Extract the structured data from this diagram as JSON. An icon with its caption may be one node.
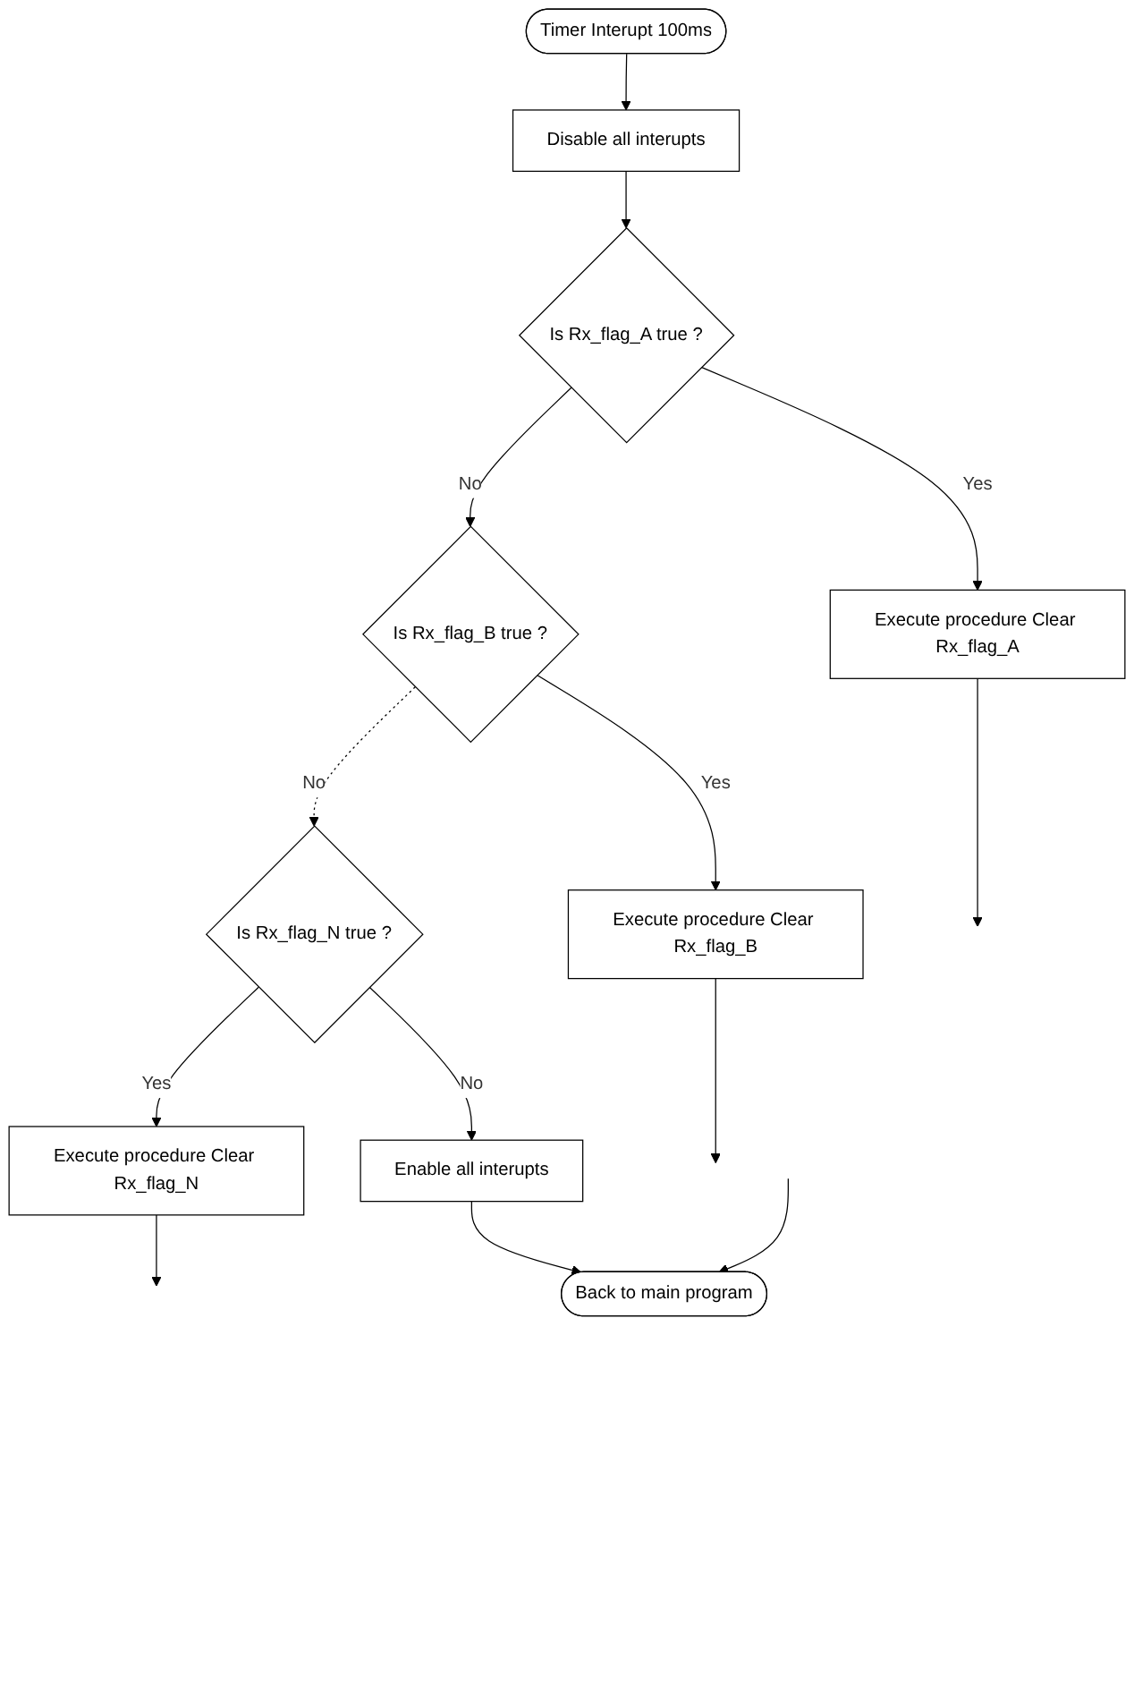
{
  "diagram": {
    "nodes": [
      {
        "text": [
          "Timer Interupt 100ms"
        ]
      },
      {
        "text": [
          "Disable all interupts"
        ]
      },
      {
        "text": [
          "Is Rx_flag_A true ?"
        ]
      },
      {
        "text": [
          "Execute procedure Clear Rx_flag_A"
        ]
      },
      {
        "text": [
          "Is Rx_flag_B true ?"
        ]
      },
      {
        "text": [
          "Execute procedure Clear Rx_flag_B"
        ]
      },
      {
        "text": [
          "Is Rx_flag_N true ?"
        ]
      },
      {
        "text": [
          "Execute procedure Clear Rx_flag_N"
        ]
      },
      {
        "text": [
          "Enable all interupts"
        ]
      },
      {
        "text": [
          "Back to main program"
        ]
      }
    ],
    "edges": [
      {
        "from": 0,
        "to": 1,
        "arrow": "to"
      },
      {
        "from": 1,
        "to": 2,
        "arrow": "to"
      },
      {
        "from": 2,
        "to": 3,
        "arrow": "to",
        "label": "Yes"
      },
      {
        "from": 2,
        "to": 4,
        "arrow": "to",
        "label": "No"
      },
      {
        "from": 4,
        "to": 5,
        "arrow": "to",
        "label": "Yes"
      },
      {
        "from": 4,
        "to": 6,
        "arrow": "to",
        "label": "No",
        "style": "dashed"
      },
      {
        "from": 6,
        "to": 7,
        "arrow": "to",
        "label": "Yes"
      },
      {
        "from": 6,
        "to": 8,
        "arrow": "to",
        "label": "No"
      },
      {
        "from": 8,
        "to": 9,
        "arrow": "to"
      },
      {
        "from": 3,
        "to": null,
        "arrow": "to"
      },
      {
        "from": 5,
        "to": null,
        "arrow": "to"
      },
      {
        "from": 7,
        "to": null,
        "arrow": "to"
      },
      {
        "from": null,
        "to": 9,
        "arrow": "to"
      }
    ]
  }
}
